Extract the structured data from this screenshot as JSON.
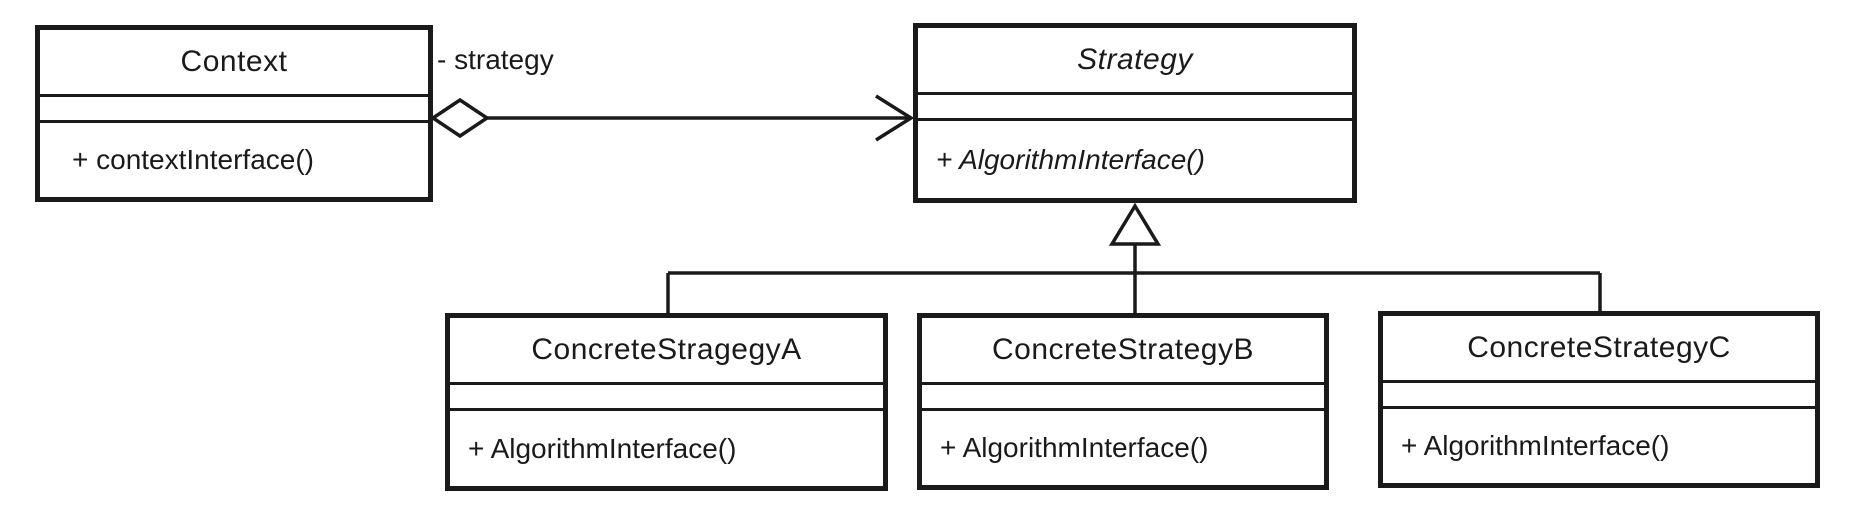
{
  "diagram": {
    "kind": "uml-class-diagram",
    "classes": [
      {
        "name": "Context",
        "abstract": false,
        "attributes": "",
        "method": "+ contextInterface()"
      },
      {
        "name": "Strategy",
        "abstract": true,
        "attributes": "",
        "method": "+ AlgorithmInterface()"
      },
      {
        "name": "ConcreteStragegyA",
        "abstract": false,
        "attributes": "",
        "method": "+ AlgorithmInterface()"
      },
      {
        "name": "ConcreteStrategyB",
        "abstract": false,
        "attributes": "",
        "method": "+ AlgorithmInterface()"
      },
      {
        "name": "ConcreteStrategyC",
        "abstract": false,
        "attributes": "",
        "method": "+ AlgorithmInterface()"
      }
    ],
    "relationships": {
      "aggregation": {
        "from": "Context",
        "to": "Strategy",
        "label": "- strategy",
        "diamond_end": "Context",
        "arrow_end": "Strategy"
      },
      "generalization": {
        "parent": "Strategy",
        "children": [
          "ConcreteStragegyA",
          "ConcreteStrategyB",
          "ConcreteStrategyC"
        ]
      }
    },
    "colors": {
      "line": "#1a1a1a",
      "background": "#ffffff",
      "box_fill": "#ffffff"
    }
  }
}
